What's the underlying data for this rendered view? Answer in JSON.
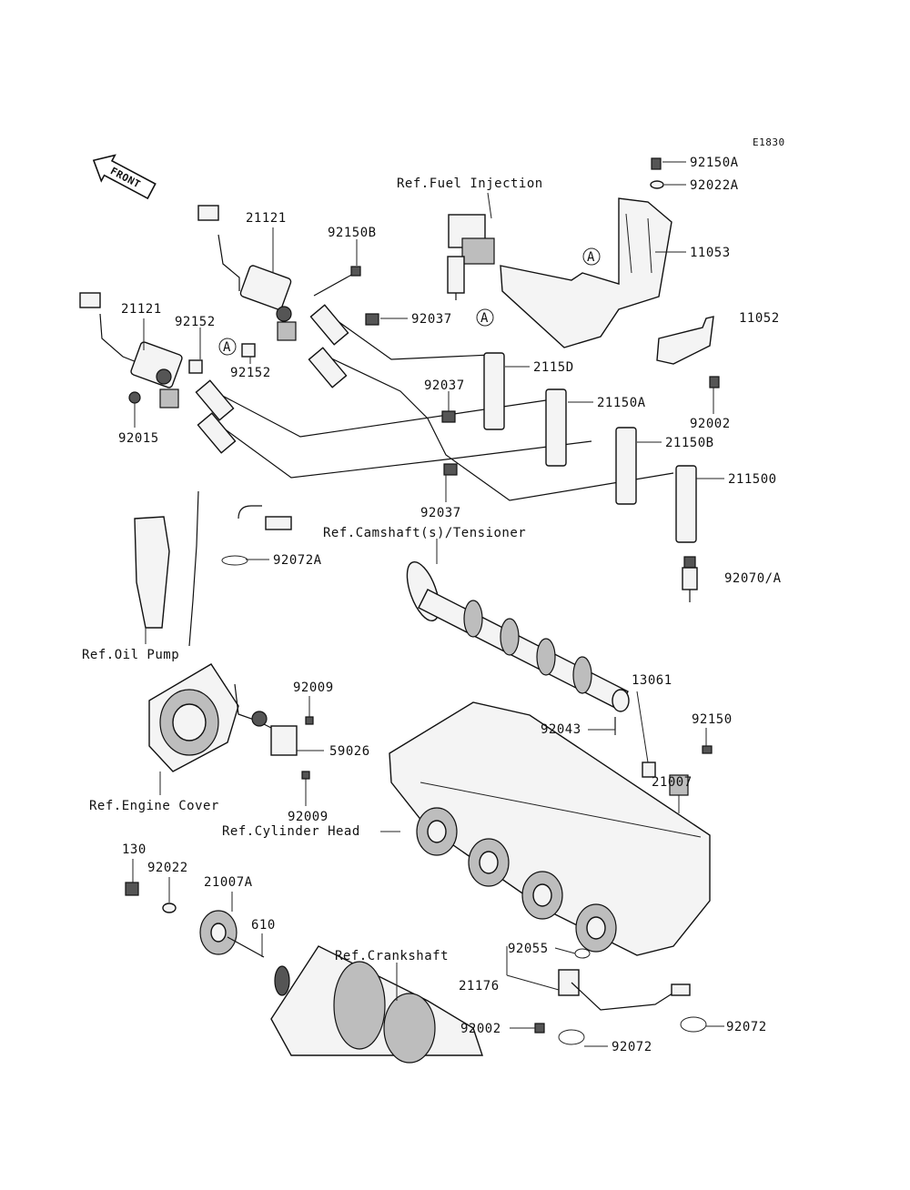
{
  "diagram_id": "E1830",
  "front_label": "FRONT",
  "ref_marks": [
    "A",
    "A",
    "A"
  ],
  "references": {
    "fuel_injection": "Ref.Fuel Injection",
    "camshaft": "Ref.Camshaft(s)/Tensioner",
    "oil_pump": "Ref.Oil Pump",
    "engine_cover": "Ref.Engine Cover",
    "cylinder_head": "Ref.Cylinder Head",
    "crankshaft": "Ref.Crankshaft"
  },
  "parts": [
    "92150A",
    "92022A",
    "11053",
    "11052",
    "92150B",
    "21121",
    "21121",
    "92152",
    "92152",
    "92037",
    "92037",
    "92037",
    "2115D",
    "21150A",
    "21150B",
    "211500",
    "92002",
    "92015",
    "92070/A",
    "92072A",
    "92009",
    "92009",
    "59026",
    "13061",
    "92150",
    "92043",
    "21007",
    "130",
    "92022",
    "21007A",
    "610",
    "92055",
    "21176",
    "92002",
    "92072",
    "92072"
  ]
}
